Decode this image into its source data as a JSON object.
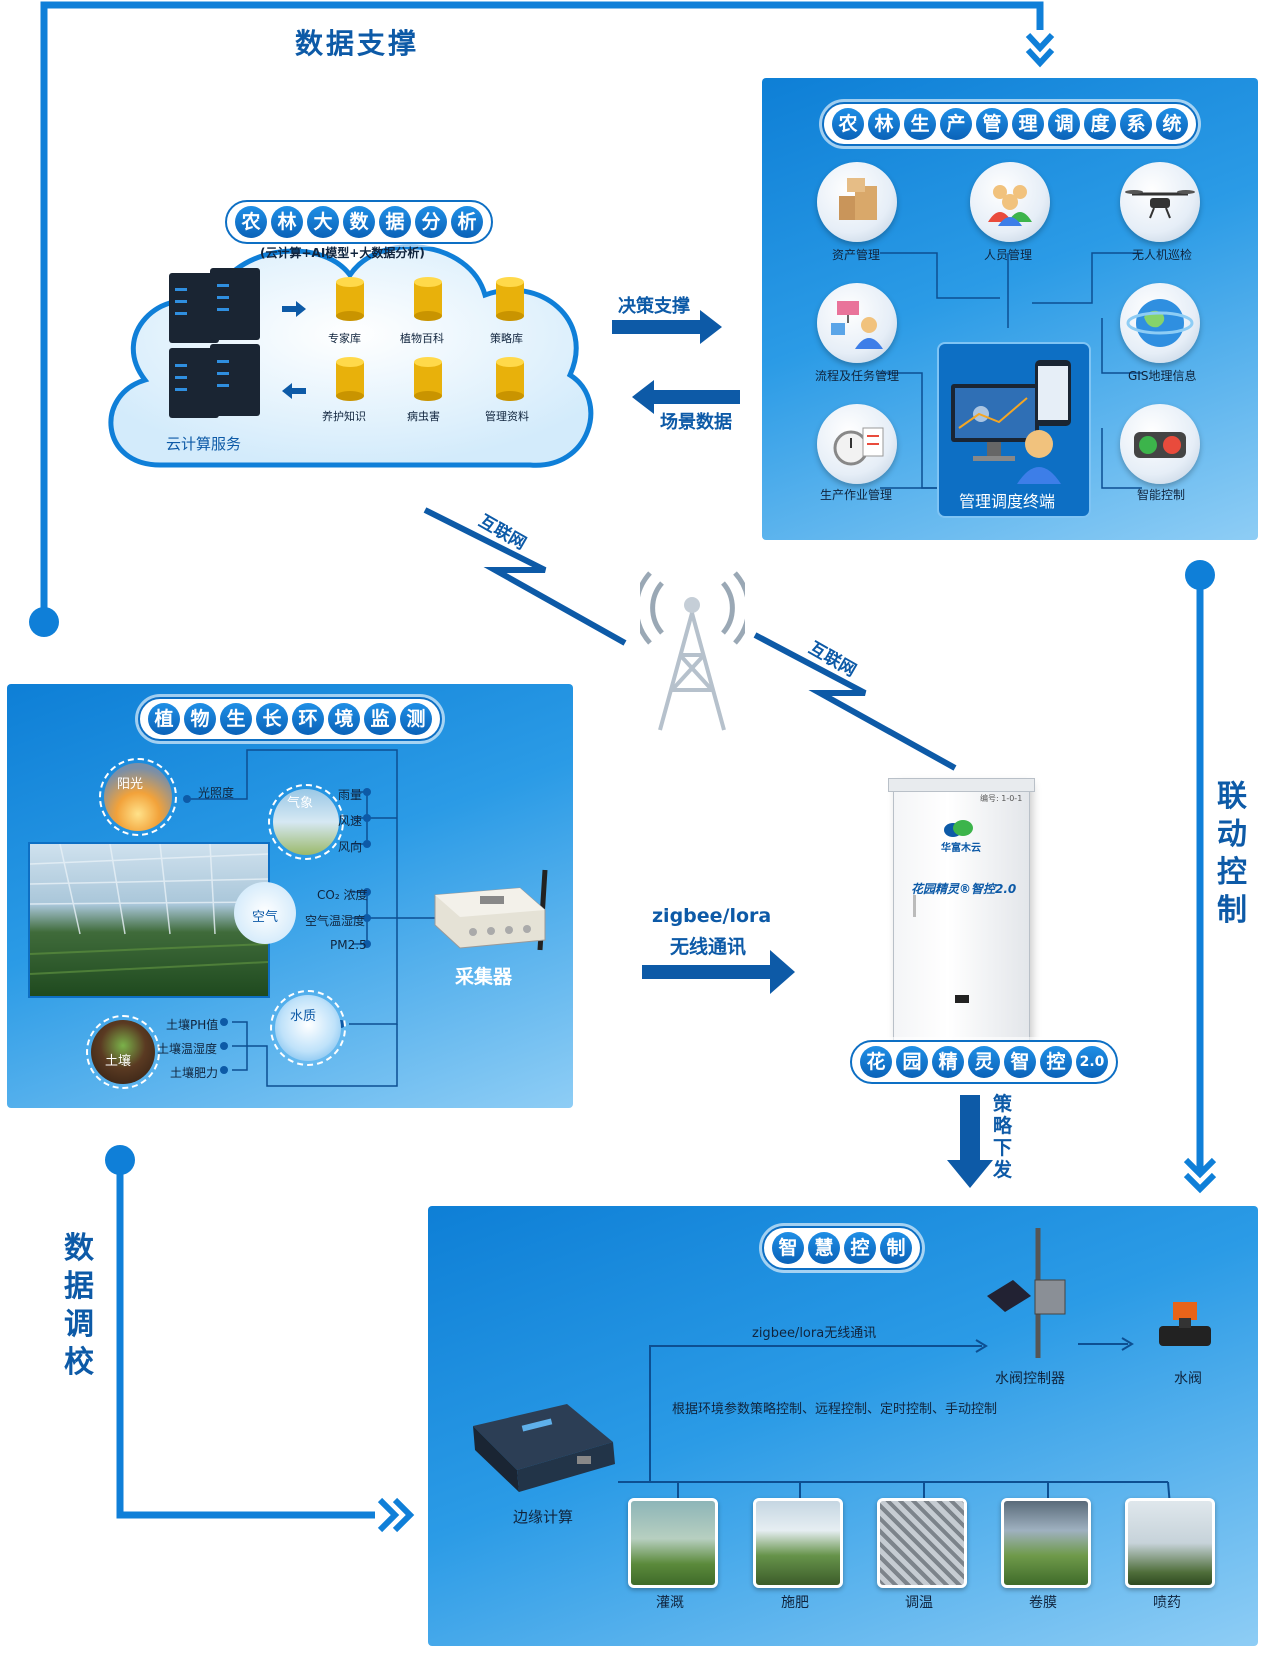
{
  "flows": {
    "data_support": "数据支撑",
    "linkage_control": "联动控制",
    "data_calibration": "数据调校",
    "decision_support": "决策支撑",
    "scene_data": "场景数据",
    "internet_1": "互联网",
    "internet_2": "互联网",
    "wireless_link": "zigbee/lora",
    "wireless_link_2": "无线通讯",
    "strategy_down": "策略下发"
  },
  "cloud": {
    "title_chars": [
      "农",
      "林",
      "大",
      "数",
      "据",
      "分",
      "析"
    ],
    "subtitle": "(云计算+AI模型+大数据分析)",
    "service_label": "云计算服务",
    "databases": [
      "专家库",
      "植物百科",
      "策略库",
      "养护知识",
      "病虫害",
      "管理资料"
    ]
  },
  "management": {
    "title_chars": [
      "农",
      "林",
      "生",
      "产",
      "管",
      "理",
      "调",
      "度",
      "系",
      "统"
    ],
    "modules": [
      "资产管理",
      "人员管理",
      "无人机巡检",
      "流程及任务管理",
      "GIS地理信息",
      "生产作业管理",
      "智能控制"
    ],
    "terminal": "管理调度终端"
  },
  "monitoring": {
    "title_chars": [
      "植",
      "物",
      "生",
      "长",
      "环",
      "境",
      "监",
      "测"
    ],
    "sensors": {
      "sun": "阳光",
      "light": "光照度",
      "weather": "气象",
      "weather_items": [
        "雨量",
        "风速",
        "风向"
      ],
      "air": "空气",
      "air_items": [
        "CO₂ 浓度",
        "空气温湿度",
        "PM2.5"
      ],
      "water": "水质",
      "soil": "土壤",
      "soil_items": [
        "土壤PH值",
        "土壤温湿度",
        "土壤肥力"
      ]
    },
    "collector": "采集器"
  },
  "cabinet": {
    "title_chars": [
      "花",
      "园",
      "精",
      "灵",
      "智",
      "控",
      "2.0"
    ],
    "brand": "华富木云",
    "model_text": "花园精灵®智控2.0",
    "tag": "编号: 1-0-1"
  },
  "smart_control": {
    "title_chars": [
      "智",
      "慧",
      "控",
      "制"
    ],
    "wireless": "zigbee/lora无线通讯",
    "valve_controller": "水阀控制器",
    "valve": "水阀",
    "modes": "根据环境参数策略控制、远程控制、定时控制、手动控制",
    "edge": "边缘计算",
    "actuators": [
      "灌溉",
      "施肥",
      "调温",
      "卷膜",
      "喷药"
    ]
  },
  "colors": {
    "primary": "#0d5aa7",
    "accent": "#1f8fe6",
    "panel_light": "#8ecdf5"
  }
}
